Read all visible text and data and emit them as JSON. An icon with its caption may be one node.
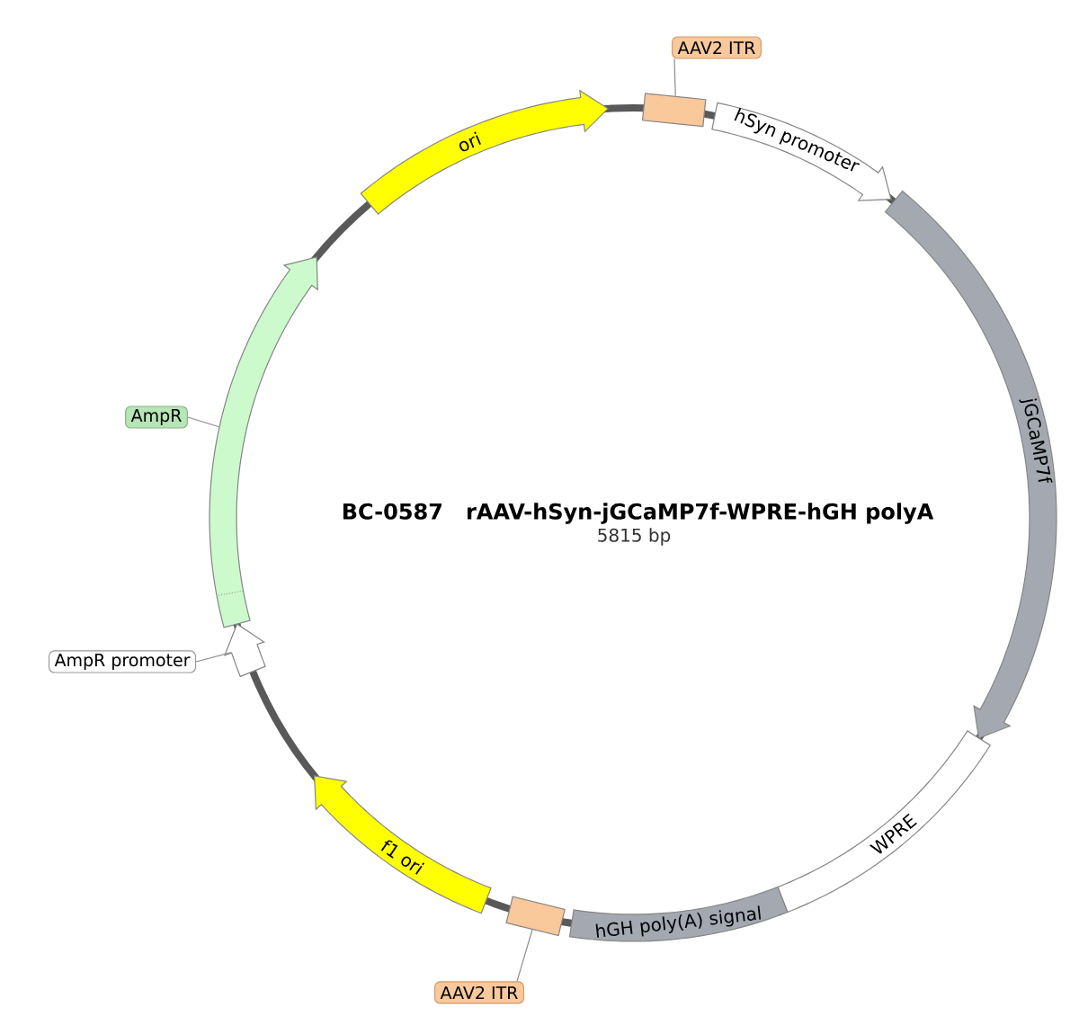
{
  "diagram": {
    "title": "BC-0587   rAAV-hSyn-jGCaMP7f-WPRE-hGH polyA",
    "nodes": [
      {
        "text": [
          "AAV2 ITR"
        ]
      },
      {
        "text": [],
        "shape": "box"
      },
      {
        "text": [
          "hSyn promoter"
        ]
      },
      {
        "text": [
          "jGCaMP7f"
        ]
      },
      {
        "text": [
          "WPRE"
        ]
      },
      {
        "text": [
          "hGH poly(A) signal"
        ]
      },
      {
        "text": [],
        "shape": "box"
      },
      {
        "text": [
          "AAV2 ITR"
        ]
      },
      {
        "text": [
          "f1 ori"
        ]
      },
      {
        "text": [
          "AmpR promoter"
        ]
      },
      {
        "text": [],
        "shape": "arrow"
      },
      {
        "text": [
          "AmpR"
        ]
      },
      {
        "text": [],
        "shape": "arrow"
      },
      {
        "text": [
          "ori"
        ]
      }
    ],
    "edges": [
      {
        "from": 0,
        "to": 1,
        "arrow": "none"
      },
      {
        "from": 7,
        "to": 6,
        "arrow": "none"
      },
      {
        "from": 9,
        "to": 10,
        "arrow": "none"
      },
      {
        "from": 11,
        "to": 12,
        "arrow": "none"
      }
    ],
    "labels": [
      "5815 bp"
    ]
  }
}
